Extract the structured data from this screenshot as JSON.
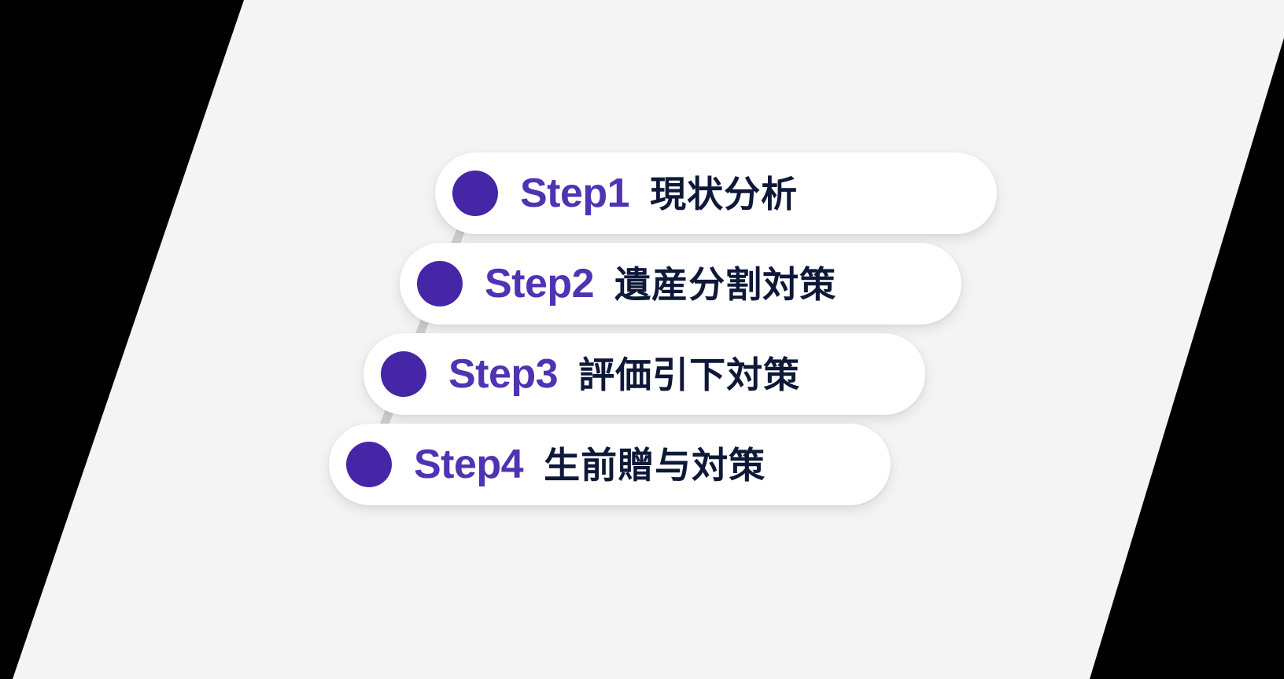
{
  "theme": {
    "page_background": "#000000",
    "panel_background": "#f4f4f5",
    "card_background": "#ffffff",
    "dot_color": "#4526A6",
    "step_number_color": "#4F33B3",
    "step_title_color": "#0E1838",
    "connector_color": "#cfcfd2"
  },
  "diagram": {
    "name": "inheritance-tax-measures-steps",
    "orientation": "descending-staircase",
    "steps": [
      {
        "number": "Step1",
        "title": "現状分析",
        "dot": "step-bullet"
      },
      {
        "number": "Step2",
        "title": "遺産分割対策",
        "dot": "step-bullet"
      },
      {
        "number": "Step3",
        "title": "評価引下対策",
        "dot": "step-bullet"
      },
      {
        "number": "Step4",
        "title": "生前贈与対策",
        "dot": "step-bullet"
      }
    ]
  }
}
